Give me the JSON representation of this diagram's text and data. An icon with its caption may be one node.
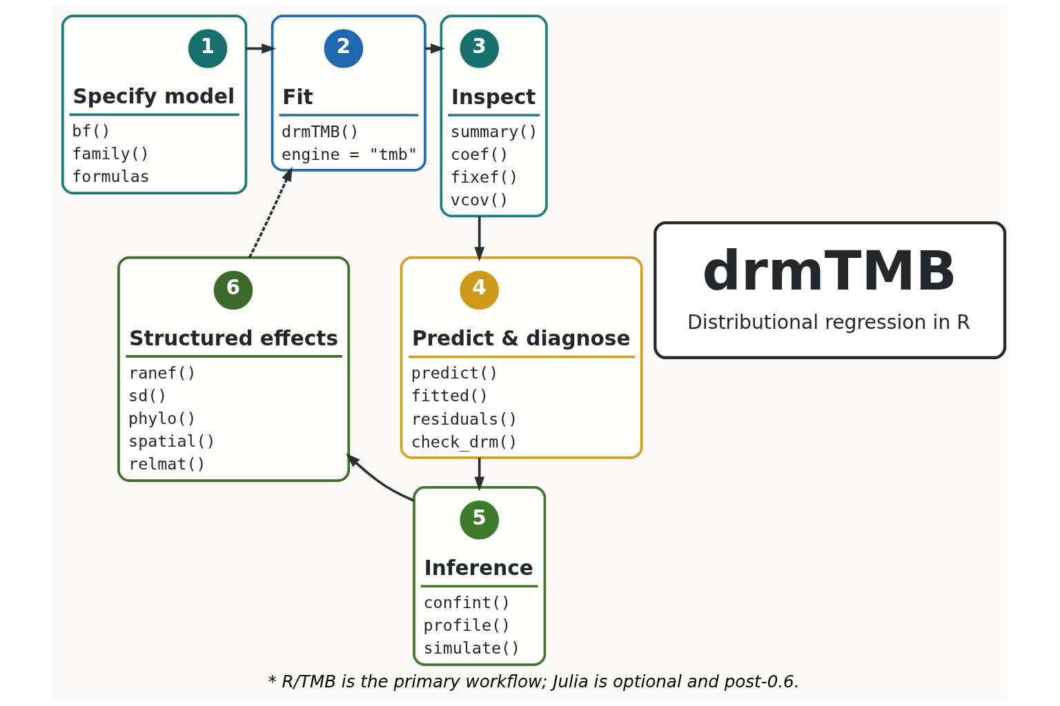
{
  "diagram": {
    "caption": "* R/TMB is the primary workflow; Julia is optional and post-0.6.",
    "nodes": [
      {
        "text": [
          "Specify model",
          "bf()",
          "family()",
          "formulas"
        ]
      },
      {
        "text": [
          "1"
        ],
        "in": 0
      },
      {
        "text": [
          "Fit",
          "drmTMB()",
          "engine = \"tmb\""
        ]
      },
      {
        "text": [
          "2"
        ],
        "in": 2
      },
      {
        "text": [
          "Inspect",
          "summary()",
          "coef()",
          "fixef()",
          "vcov()"
        ]
      },
      {
        "text": [
          "3"
        ],
        "in": 4
      },
      {
        "text": [
          "Structured effects",
          "ranef()",
          "sd()",
          "phylo()",
          "spatial()",
          "relmat()"
        ]
      },
      {
        "text": [
          "6"
        ],
        "in": 6
      },
      {
        "text": [
          "drmTMB",
          "Distributional regression in R"
        ]
      },
      {
        "text": [
          "Predict & diagnose",
          "predict()",
          "fitted()",
          "residuals()",
          "check_drm()"
        ]
      },
      {
        "text": [
          "4"
        ],
        "in": 9
      },
      {
        "text": [
          "Inference",
          "confint()",
          "profile()",
          "simulate()"
        ]
      },
      {
        "text": [
          "5"
        ],
        "in": 11
      }
    ],
    "edges": [
      {
        "from": 0,
        "to": 2,
        "arrow": "to"
      },
      {
        "from": 2,
        "to": 4,
        "arrow": "to"
      },
      {
        "from": 4,
        "to": 9,
        "arrow": "to"
      },
      {
        "from": 9,
        "to": 11,
        "arrow": "to"
      },
      {
        "from": 11,
        "to": 6,
        "arrow": "to"
      },
      {
        "from": 6,
        "to": 2,
        "arrow": "to",
        "style": "dashed"
      }
    ]
  }
}
